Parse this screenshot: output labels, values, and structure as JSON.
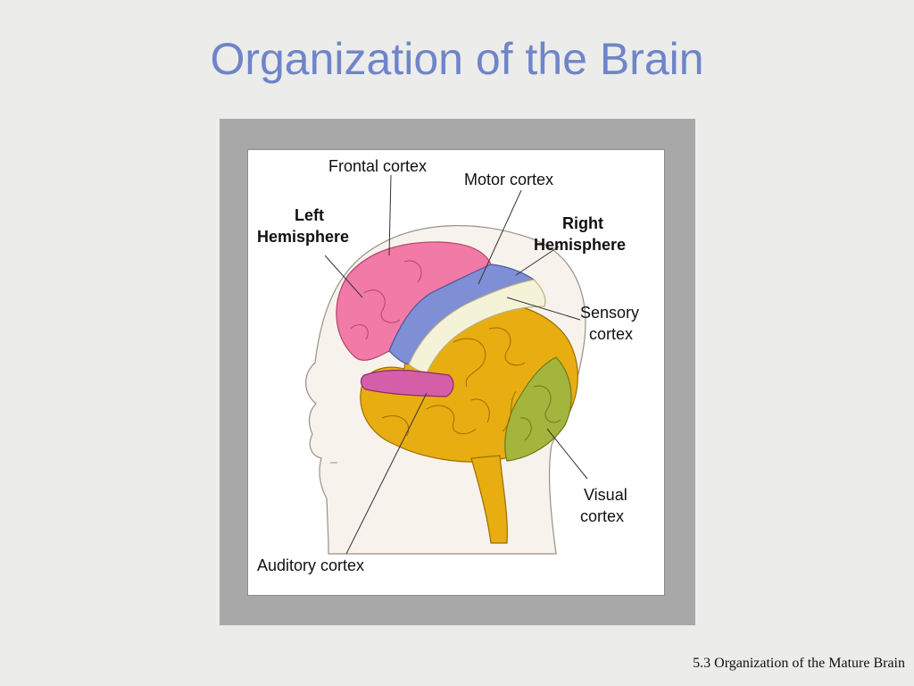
{
  "slide": {
    "title": "Organization of the Brain",
    "footer": "5.3 Organization of the Mature Brain"
  },
  "figure": {
    "labels": {
      "frontal_cortex": "Frontal cortex",
      "motor_cortex": "Motor cortex",
      "left_hemisphere_1": "Left",
      "left_hemisphere_2": "Hemisphere",
      "right_hemisphere_1": "Right",
      "right_hemisphere_2": "Hemisphere",
      "sensory_cortex_1": "Sensory",
      "sensory_cortex_2": "cortex",
      "visual_cortex_1": "Visual",
      "visual_cortex_2": "cortex",
      "auditory_cortex": "Auditory cortex"
    },
    "colors": {
      "frontal": "#f27aa6",
      "motor": "#7f8fd6",
      "sensory": "#f5f3d7",
      "right_hemisphere": "#e8ad10",
      "visual": "#a4b53e",
      "auditory": "#d45fa8",
      "head": "#f7f3ec"
    }
  }
}
